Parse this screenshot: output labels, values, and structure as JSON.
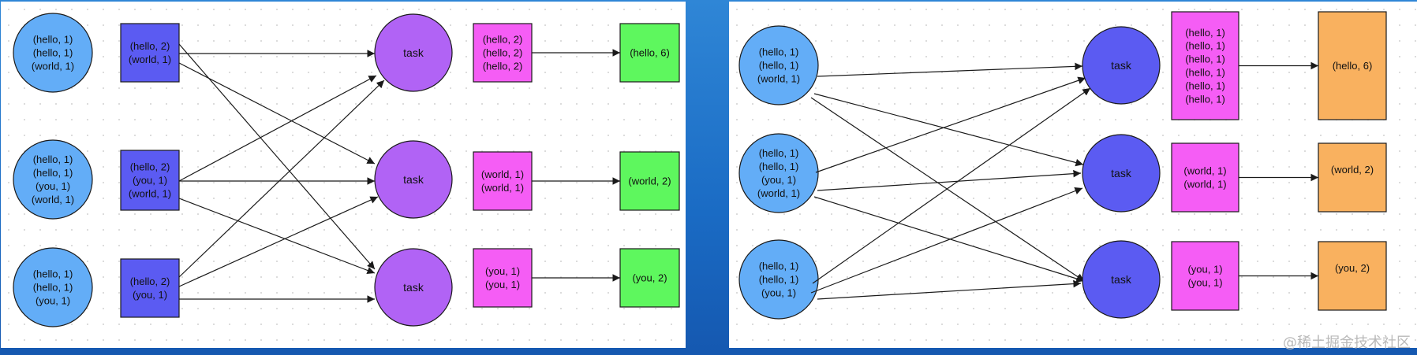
{
  "colors": {
    "input_circle": "#63adf7",
    "map_box": "#5b5bf2",
    "task_left": "#b163f5",
    "task_right": "#5b5bf2",
    "group_box": "#f55df5",
    "result_left": "#5ef75e",
    "result_right": "#f9b15f",
    "stroke": "#1a1a1a"
  },
  "left_diagram": {
    "inputs": [
      [
        "(hello, 1)",
        "(hello, 1)",
        "(world, 1)"
      ],
      [
        "(hello, 1)",
        "(hello, 1)",
        "(you, 1)",
        "(world, 1)"
      ],
      [
        "(hello, 1)",
        "(hello, 1)",
        "(you, 1)"
      ]
    ],
    "combined": [
      [
        "(hello, 2)",
        "(world, 1)"
      ],
      [
        "(hello, 2)",
        "(you, 1)",
        "(world, 1)"
      ],
      [
        "(hello, 2)",
        "(you, 1)"
      ]
    ],
    "tasks": [
      "task",
      "task",
      "task"
    ],
    "groups": [
      [
        "(hello, 2)",
        "(hello, 2)",
        "(hello, 2)"
      ],
      [
        "(world, 1)",
        "(world, 1)"
      ],
      [
        "(you, 1)",
        "(you, 1)"
      ]
    ],
    "results": [
      "(hello, 6)",
      "(world, 2)",
      "(you, 2)"
    ]
  },
  "right_diagram": {
    "inputs": [
      [
        "(hello, 1)",
        "(hello, 1)",
        "(world, 1)"
      ],
      [
        "(hello, 1)",
        "(hello, 1)",
        "(you, 1)",
        "(world, 1)"
      ],
      [
        "(hello, 1)",
        "(hello, 1)",
        "(you, 1)"
      ]
    ],
    "tasks": [
      "task",
      "task",
      "task"
    ],
    "groups": [
      [
        "(hello, 1)",
        "(hello, 1)",
        "(hello, 1)",
        "(hello, 1)",
        "(hello, 1)",
        "(hello, 1)"
      ],
      [
        "(world, 1)",
        "(world, 1)"
      ],
      [
        "(you, 1)",
        "(you, 1)"
      ]
    ],
    "results": [
      "(hello, 6)",
      "(world, 2)",
      "(you, 2)"
    ]
  },
  "watermark": "@稀土掘金技术社区"
}
